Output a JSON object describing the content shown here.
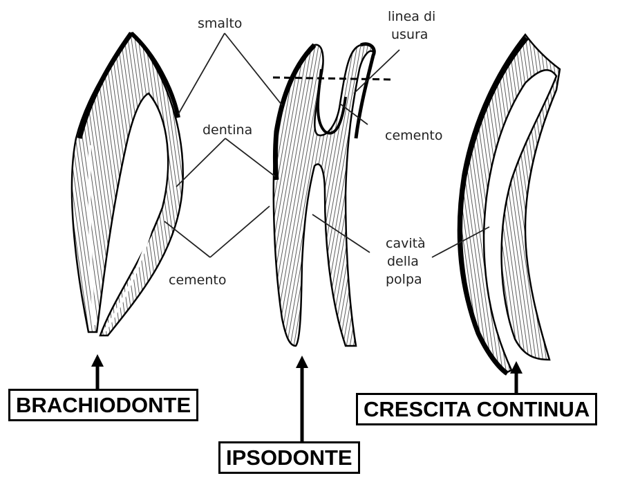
{
  "labels": {
    "smalto": "smalto",
    "linea_line1": "linea di",
    "linea_line2": "usura",
    "dentina": "dentina",
    "cemento_top": "cemento",
    "cemento_left": "cemento",
    "cavita_line1": "cavità",
    "cavita_line2": "della",
    "cavita_line3": "polpa"
  },
  "boxes": {
    "brachiodonte": "BRACHIODONTE",
    "ipsodonte": "IPSODONTE",
    "crescita": "CRESCITA CONTINUA"
  }
}
